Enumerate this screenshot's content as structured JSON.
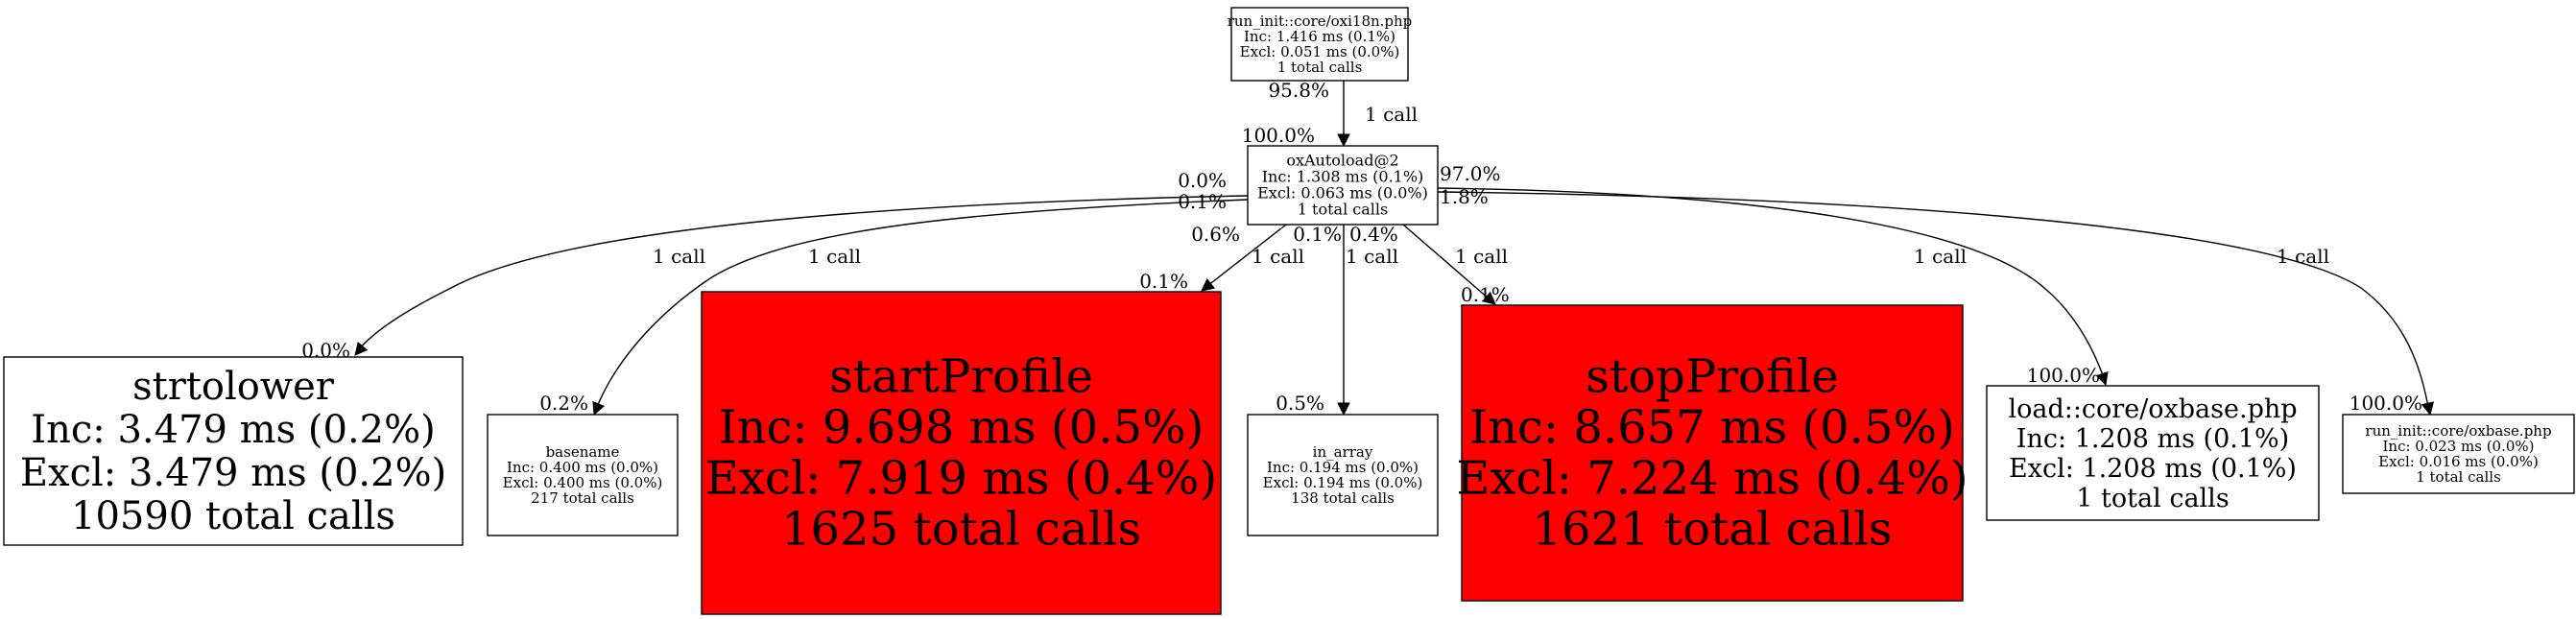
{
  "graph": {
    "nodes": [
      {
        "id": "n_oxi18n",
        "title": "run_init::core/oxi18n.php",
        "inc": "Inc: 1.416 ms (0.1%)",
        "excl": "Excl: 0.051 ms (0.0%)",
        "calls": "1 total calls",
        "fill": "#ffffff"
      },
      {
        "id": "n_autoload",
        "title": "oxAutoload@2",
        "inc": "Inc: 1.308 ms (0.1%)",
        "excl": "Excl: 0.063 ms (0.0%)",
        "calls": "1 total calls",
        "fill": "#ffffff"
      },
      {
        "id": "n_strtolower",
        "title": "strtolower",
        "inc": "Inc: 3.479 ms (0.2%)",
        "excl": "Excl: 3.479 ms (0.2%)",
        "calls": "10590 total calls",
        "fill": "#ffffff"
      },
      {
        "id": "n_basename",
        "title": "basename",
        "inc": "Inc: 0.400 ms (0.0%)",
        "excl": "Excl: 0.400 ms (0.0%)",
        "calls": "217 total calls",
        "fill": "#ffffff"
      },
      {
        "id": "n_startprofile",
        "title": "startProfile",
        "inc": "Inc: 9.698 ms (0.5%)",
        "excl": "Excl: 7.919 ms (0.4%)",
        "calls": "1625 total calls",
        "fill": "#ff0000"
      },
      {
        "id": "n_inarray",
        "title": "in_array",
        "inc": "Inc: 0.194 ms (0.0%)",
        "excl": "Excl: 0.194 ms (0.0%)",
        "calls": "138 total calls",
        "fill": "#ffffff"
      },
      {
        "id": "n_stopprofile",
        "title": "stopProfile",
        "inc": "Inc: 8.657 ms (0.5%)",
        "excl": "Excl: 7.224 ms (0.4%)",
        "calls": "1621 total calls",
        "fill": "#ff0000"
      },
      {
        "id": "n_loadoxbase",
        "title": "load::core/oxbase.php",
        "inc": "Inc: 1.208 ms (0.1%)",
        "excl": "Excl: 1.208 ms (0.1%)",
        "calls": "1 total calls",
        "fill": "#ffffff"
      },
      {
        "id": "n_runoxbase",
        "title": "run_init::core/oxbase.php",
        "inc": "Inc: 0.023 ms (0.0%)",
        "excl": "Excl: 0.016 ms (0.0%)",
        "calls": "1 total calls",
        "fill": "#ffffff"
      }
    ],
    "edges": [
      {
        "id": "e_oxi18n_autoload",
        "label": "1 call",
        "tail": "95.8%",
        "head": "100.0%"
      },
      {
        "id": "e_strtolower",
        "label": "1 call",
        "tail": "0.0%",
        "head": "0.0%"
      },
      {
        "id": "e_basename",
        "label": "1 call",
        "tail": "0.1%",
        "head": "0.2%"
      },
      {
        "id": "e_startprofile",
        "label": "1 call",
        "tail": "0.6%",
        "head": "0.1%"
      },
      {
        "id": "e_inarray",
        "label": "1 call",
        "tail": "0.1%",
        "head": "0.5%"
      },
      {
        "id": "e_stopprofile",
        "label": "1 call",
        "tail": "0.4%",
        "head": "0.1%"
      },
      {
        "id": "e_loadoxbase",
        "label": "1 call",
        "tail": "97.0%",
        "head": "100.0%"
      },
      {
        "id": "e_runoxbase",
        "label": "1 call",
        "tail": "1.8%",
        "head": "100.0%"
      }
    ]
  }
}
